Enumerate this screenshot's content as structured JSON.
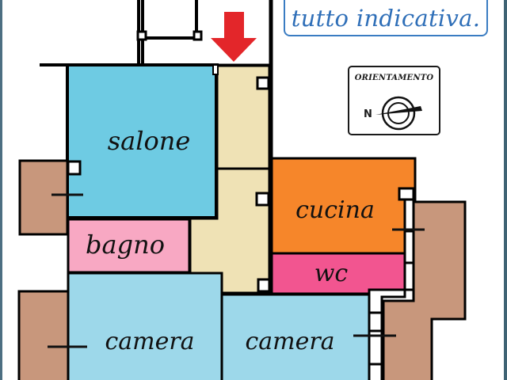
{
  "note": {
    "text": "tutto indicativa."
  },
  "compass": {
    "title": "ORIENTAMENTO",
    "north_label": "N",
    "icon": "compass-icon"
  },
  "entrance_marker": {
    "icon": "arrow-down-icon",
    "color": "#e3262a"
  },
  "rooms": [
    {
      "id": "salone",
      "label": "salone",
      "color": "#6ecbe3"
    },
    {
      "id": "bagno",
      "label": "bagno",
      "color": "#f8a8c3"
    },
    {
      "id": "cucina",
      "label": "cucina",
      "color": "#f6862a"
    },
    {
      "id": "wc",
      "label": "wc",
      "color": "#f25590"
    },
    {
      "id": "camera-1",
      "label": "camera",
      "color": "#9dd8ea"
    },
    {
      "id": "camera-2",
      "label": "camera",
      "color": "#9dd8ea"
    },
    {
      "id": "corridoio",
      "label": "",
      "color": "#efe2b5"
    }
  ],
  "balconies": {
    "color": "#c8977c"
  },
  "frame": {
    "border_color": "#3f6374"
  }
}
